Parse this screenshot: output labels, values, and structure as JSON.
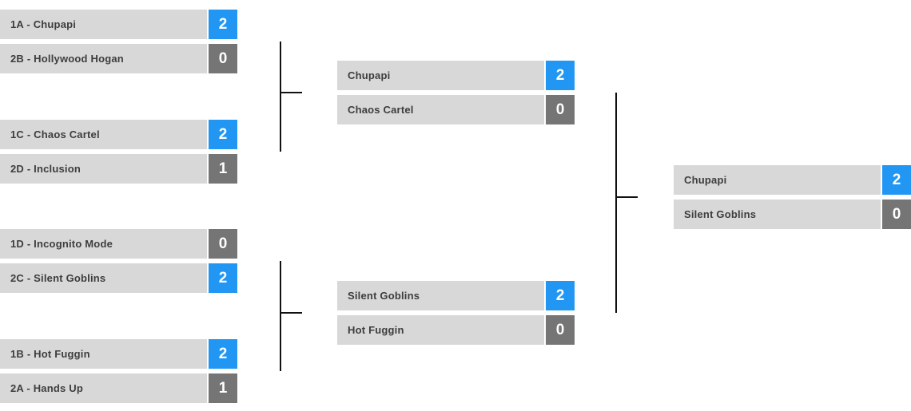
{
  "colors": {
    "winner_score_bg": "#2196f3",
    "loser_score_bg": "#757575",
    "row_bg": "#d8d8d8",
    "connector": "#111111"
  },
  "bracket": {
    "rounds": [
      {
        "matches": [
          {
            "top": {
              "name": "1A - Chupapi",
              "score": "2",
              "winner": true
            },
            "bottom": {
              "name": "2B - Hollywood Hogan",
              "score": "0",
              "winner": false
            }
          },
          {
            "top": {
              "name": "1C - Chaos Cartel",
              "score": "2",
              "winner": true
            },
            "bottom": {
              "name": "2D - Inclusion",
              "score": "1",
              "winner": false
            }
          },
          {
            "top": {
              "name": "1D - Incognito Mode",
              "score": "0",
              "winner": false
            },
            "bottom": {
              "name": "2C - Silent Goblins",
              "score": "2",
              "winner": true
            }
          },
          {
            "top": {
              "name": "1B - Hot Fuggin",
              "score": "2",
              "winner": true
            },
            "bottom": {
              "name": "2A - Hands Up",
              "score": "1",
              "winner": false
            }
          }
        ]
      },
      {
        "matches": [
          {
            "top": {
              "name": "Chupapi",
              "score": "2",
              "winner": true
            },
            "bottom": {
              "name": "Chaos Cartel",
              "score": "0",
              "winner": false
            }
          },
          {
            "top": {
              "name": "Silent Goblins",
              "score": "2",
              "winner": true
            },
            "bottom": {
              "name": "Hot Fuggin",
              "score": "0",
              "winner": false
            }
          }
        ]
      },
      {
        "matches": [
          {
            "top": {
              "name": "Chupapi",
              "score": "2",
              "winner": true
            },
            "bottom": {
              "name": "Silent Goblins",
              "score": "0",
              "winner": false
            }
          }
        ]
      }
    ]
  }
}
